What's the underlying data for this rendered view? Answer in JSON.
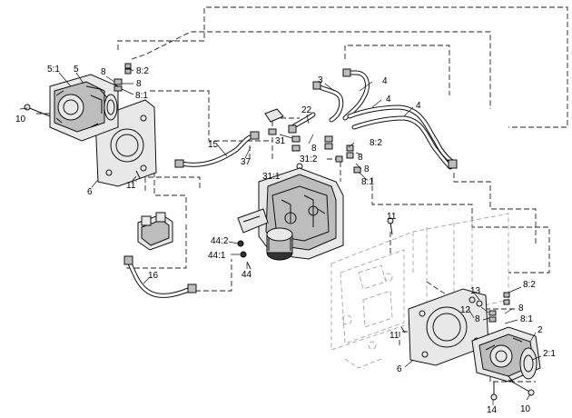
{
  "labels": {
    "l_5_1": "5:1",
    "l_5": "5",
    "l_8a": "8",
    "l_8_2a": "8:2",
    "l_8b": "8",
    "l_8_1a": "8:1",
    "l_10a": "10",
    "l_6a": "6",
    "l_11a": "11",
    "l_3": "3",
    "l_4a": "4",
    "l_4b": "4",
    "l_4c": "4",
    "l_22": "22",
    "l_15": "15",
    "l_37": "37",
    "l_31": "31",
    "l_31_2": "31:2",
    "l_31_1": "31:1",
    "l_8c": "8",
    "l_8_2b": "8:2",
    "l_8d": "8",
    "l_8e": "8",
    "l_8_1b": "8:1",
    "l_11b": "11",
    "l_44_2": "44:2",
    "l_44_1": "44:1",
    "l_44": "44",
    "l_16": "16",
    "l_13": "13",
    "l_8_2c": "8:2",
    "l_8f": "8",
    "l_8g": "8",
    "l_8_1c": "8:1",
    "l_12": "12",
    "l_2": "2",
    "l_2_1": "2:1",
    "l_11c": "11",
    "l_6b": "6",
    "l_14": "14",
    "l_10b": "10"
  }
}
